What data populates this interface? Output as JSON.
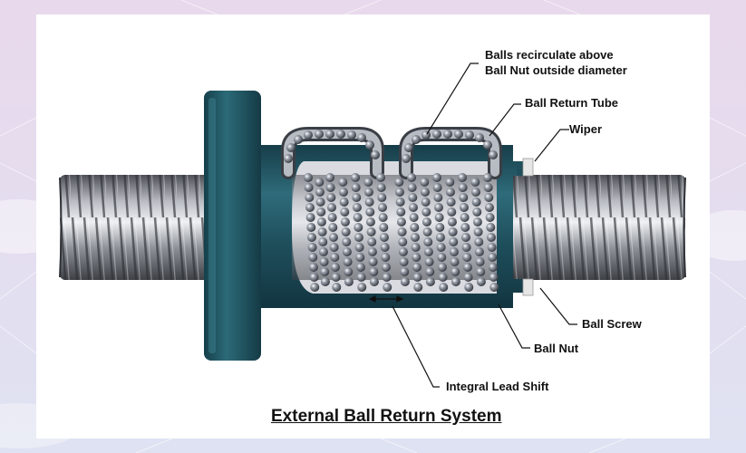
{
  "title": "External Ball Return System",
  "labels": {
    "balls_line1": "Balls recirculate above",
    "balls_line2": "Ball Nut outside diameter",
    "return_tube": "Ball Return Tube",
    "wiper": "Wiper",
    "ball_screw": "Ball Screw",
    "ball_nut": "Ball Nut",
    "integral_lead_shift": "Integral Lead Shift"
  },
  "colors": {
    "nut": "#1f4f5c",
    "nut_light": "#2c6a78",
    "screw": "#8a8d93",
    "balls": "#5f6470",
    "wiper": "#e8e8e8"
  }
}
